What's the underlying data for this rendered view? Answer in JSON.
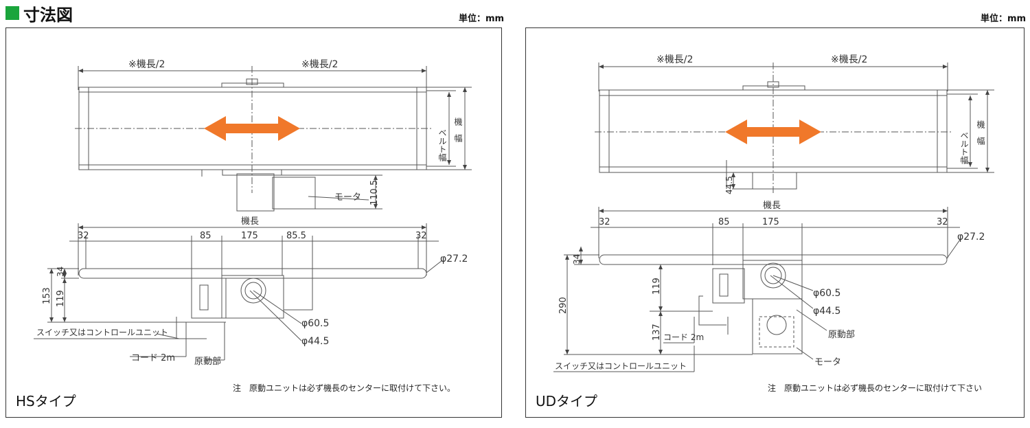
{
  "header": {
    "title": "寸法図",
    "square_color": "#1aa53c"
  },
  "unit_label": "単位：mm",
  "colors": {
    "arrow": "#f0782a",
    "line": "#555555"
  },
  "hs": {
    "type_label": "HSタイプ",
    "note": "注　原動ユニットは必ず機長のセンターに取付けて下さい。",
    "half_length_left": "※機長/2",
    "half_length_right": "※機長/2",
    "belt_width": "ベルト幅",
    "machine_width": "機　幅",
    "motor_top": "モータ",
    "dim_110_5": "110.5",
    "length": "機長",
    "d32_left": "32",
    "d85": "85",
    "d175": "175",
    "d85_5": "85.5",
    "d32_right": "32",
    "d27_2": "φ27.2",
    "d34": "34",
    "d153": "153",
    "d119": "119",
    "d60_5": "φ60.5",
    "d44_5": "φ44.5",
    "switch_unit": "スイッチ又はコントロールユニット",
    "cord": "コード 2m",
    "drive": "原動部"
  },
  "ud": {
    "type_label": "UDタイプ",
    "note": "注　原動ユニットは必ず機長のセンターに取付けて下さい",
    "half_length_left": "※機長/2",
    "half_length_right": "※機長/2",
    "belt_width": "ベルト幅",
    "machine_width": "機　幅",
    "dim_44_5": "44.5",
    "length": "機長",
    "d32_left": "32",
    "d85": "85",
    "d175": "175",
    "d32_right": "32",
    "d27_2": "φ27.2",
    "d34": "34",
    "d290": "290",
    "d119": "119",
    "d137": "137",
    "d60_5": "φ60.5",
    "d44_5": "φ44.5",
    "drive": "原動部",
    "motor": "モータ",
    "cord": "コード 2m",
    "switch_unit": "スイッチ又はコントロールユニット"
  }
}
